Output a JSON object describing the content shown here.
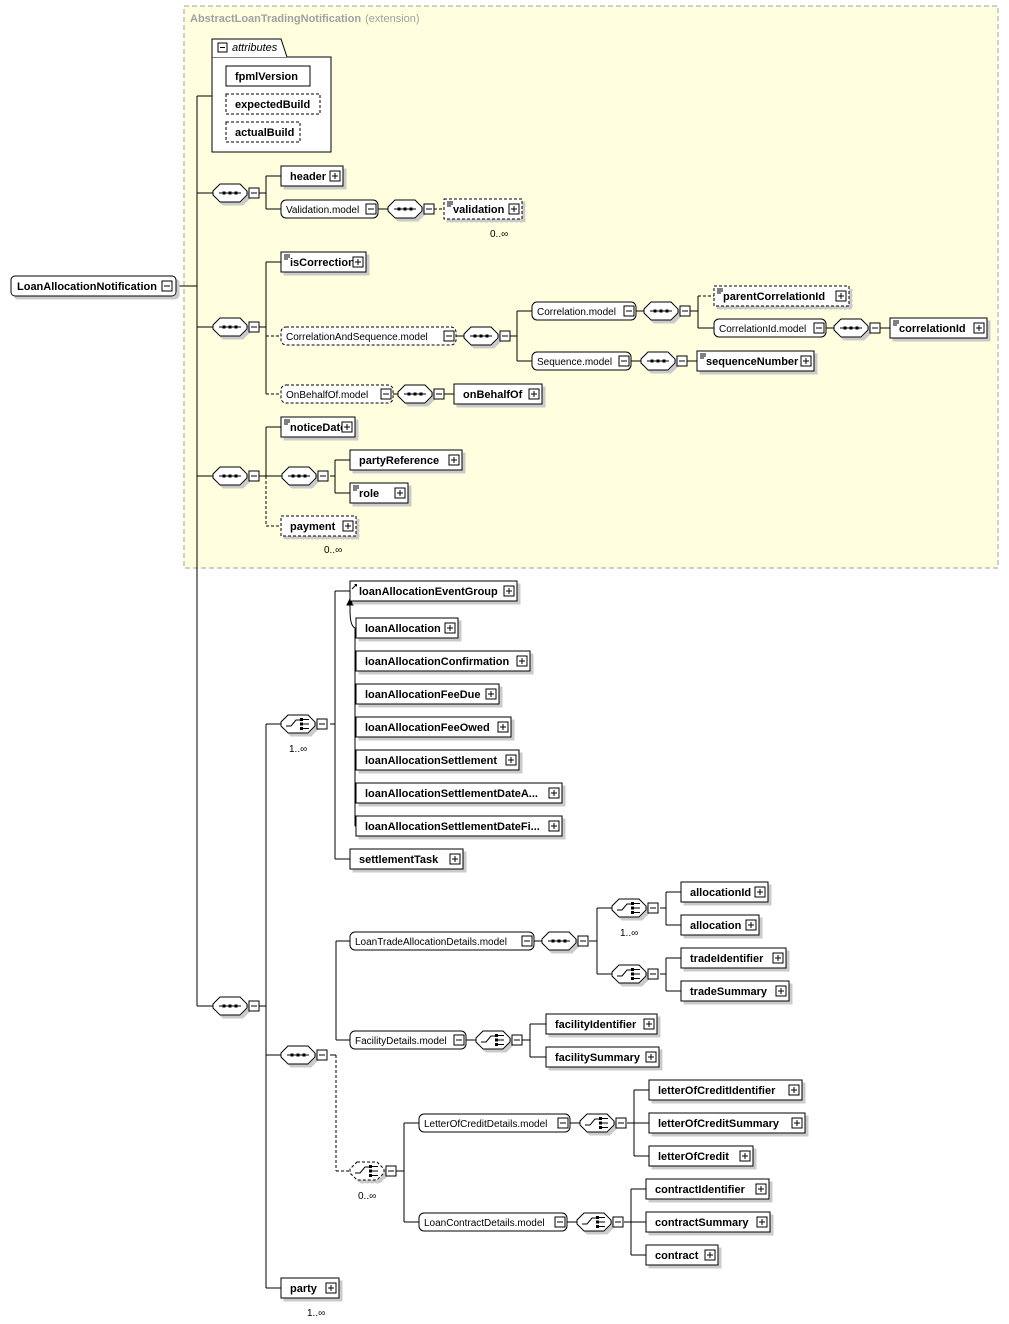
{
  "extension": {
    "name": "AbstractLoanTradingNotification",
    "suffix": "(extension)"
  },
  "root": {
    "label": "LoanAllocationNotification"
  },
  "attributes": {
    "title": "attributes",
    "items": [
      "fpmlVersion",
      "expectedBuild",
      "actualBuild"
    ]
  },
  "labels": {
    "header": "header",
    "validation_model": "Validation.model",
    "validation": "validation",
    "card_validation": "0..∞",
    "isCorrection": "isCorrection",
    "corrseq_model": "CorrelationAndSequence.model",
    "correlation_model": "Correlation.model",
    "parentCorrelationId": "parentCorrelationId",
    "correlationid_model": "CorrelationId.model",
    "correlationId": "correlationId",
    "sequence_model": "Sequence.model",
    "sequenceNumber": "sequenceNumber",
    "onbehalfof_model": "OnBehalfOf.model",
    "onBehalfOf": "onBehalfOf",
    "noticeDate": "noticeDate",
    "partyReference": "partyReference",
    "role": "role",
    "payment": "payment",
    "card_payment": "0..∞",
    "loanAllocationEventGroup": "loanAllocationEventGroup",
    "loanAllocation": "loanAllocation",
    "loanAllocationConfirmation": "loanAllocationConfirmation",
    "loanAllocationFeeDue": "loanAllocationFeeDue",
    "loanAllocationFeeOwed": "loanAllocationFeeOwed",
    "loanAllocationSettlement": "loanAllocationSettlement",
    "loanAllocationSettlementDateA": "loanAllocationSettlementDateA...",
    "loanAllocationSettlementDateFi": "loanAllocationSettlementDateFi...",
    "settlementTask": "settlementTask",
    "card_choice1": "1..∞",
    "lta_model": "LoanTradeAllocationDetails.model",
    "allocationId": "allocationId",
    "allocation": "allocation",
    "card_alloc": "1..∞",
    "tradeIdentifier": "tradeIdentifier",
    "tradeSummary": "tradeSummary",
    "facility_model": "FacilityDetails.model",
    "facilityIdentifier": "facilityIdentifier",
    "facilitySummary": "facilitySummary",
    "card_choice2": "0..∞",
    "loc_model": "LetterOfCreditDetails.model",
    "letterOfCreditIdentifier": "letterOfCreditIdentifier",
    "letterOfCreditSummary": "letterOfCreditSummary",
    "letterOfCredit": "letterOfCredit",
    "lcd_model": "LoanContractDetails.model",
    "contractIdentifier": "contractIdentifier",
    "contractSummary": "contractSummary",
    "contract": "contract",
    "party": "party",
    "card_party": "1..∞"
  },
  "colors": {
    "extension_bg": "#ffffe0",
    "extension_border": "#a0a0a0",
    "line": "#000000"
  }
}
